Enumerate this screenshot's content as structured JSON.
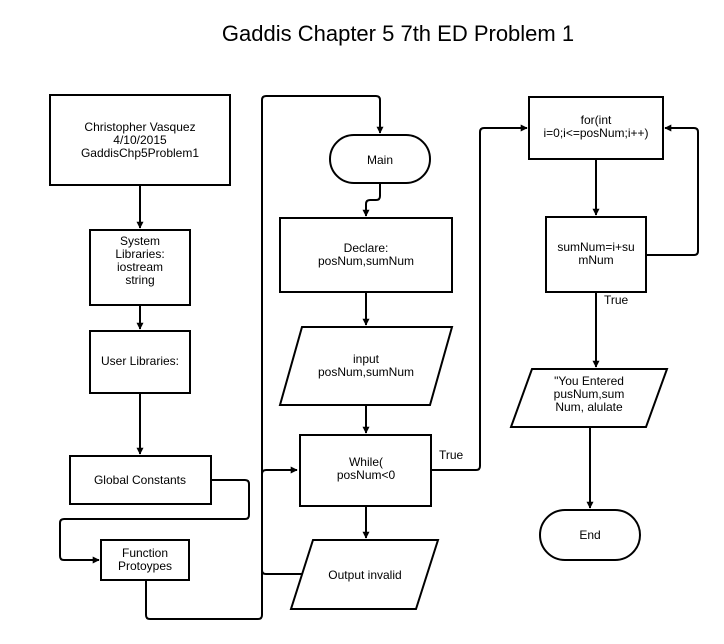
{
  "title": "Gaddis Chapter 5 7th ED Problem 1",
  "nodes": {
    "header": [
      "Christopher Vasquez",
      "4/10/2015",
      "GaddisChp5Problem1"
    ],
    "system_libraries": [
      "System",
      "Libraries:",
      "iostream",
      "string"
    ],
    "user_libraries": [
      "User Libraries:"
    ],
    "global_constants": [
      "Global Constants"
    ],
    "function_prototypes": [
      "Function",
      "Protoypes"
    ],
    "main": [
      "Main"
    ],
    "declare": [
      "Declare:",
      "posNum,sumNum"
    ],
    "input": [
      "input",
      "posNum,sumNum"
    ],
    "while": [
      "While(",
      "posNum<0"
    ],
    "output_invalid": [
      "Output invalid"
    ],
    "for_loop": [
      "for(int",
      "i=0;i<=posNum;i++)"
    ],
    "sum": [
      "sumNum=i+su",
      "mNum"
    ],
    "output_result": [
      "\"You Entered",
      "pusNum,sum",
      "Num, alulate"
    ],
    "end": [
      "End"
    ]
  },
  "edge_labels": {
    "while_true": "True",
    "sum_true": "True"
  },
  "colors": {
    "stroke": "#000000",
    "fill": "#ffffff",
    "text": "#000000"
  }
}
